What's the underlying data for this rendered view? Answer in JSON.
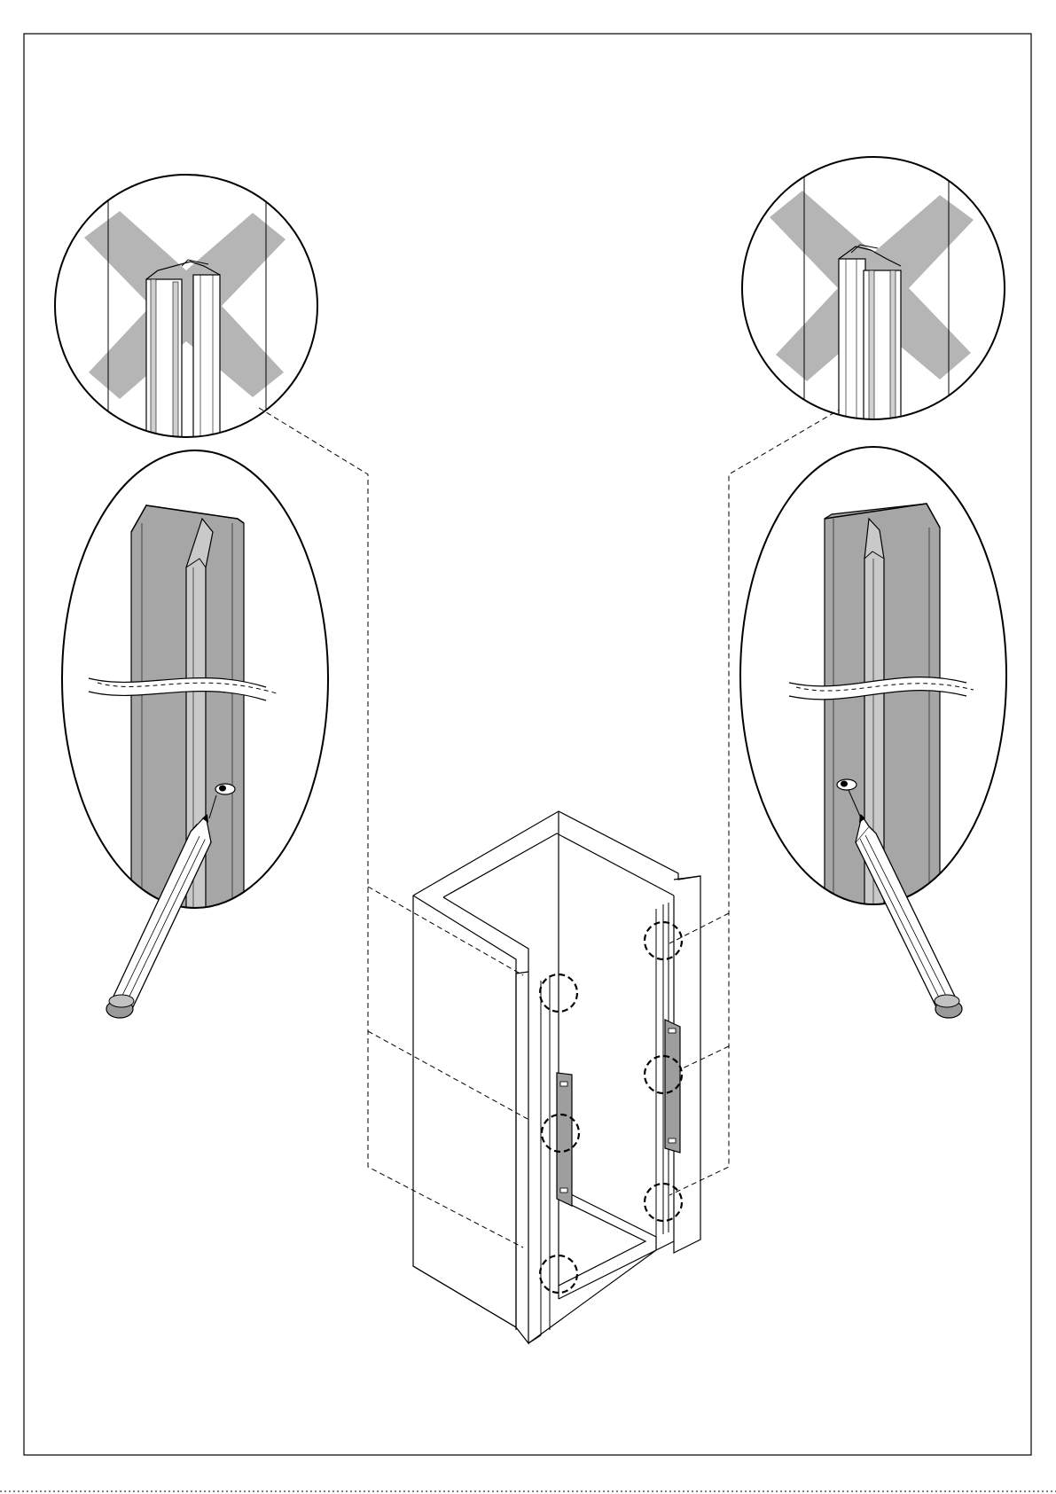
{
  "colors": {
    "line": "#000000",
    "profile_gray": "#a6a6a6",
    "profile_light": "#c9c9c9",
    "cross_gray": "#b5b5b5",
    "plate_gray": "#9e9e9e",
    "background": "#ffffff"
  },
  "panels": {
    "left_top": "profile-wrong-orientation",
    "left_middle": "profile-correct-mark-hole",
    "right_top": "profile-wrong-orientation",
    "right_middle": "profile-correct-mark-hole",
    "center": "shower-enclosure-wall-profiles"
  }
}
